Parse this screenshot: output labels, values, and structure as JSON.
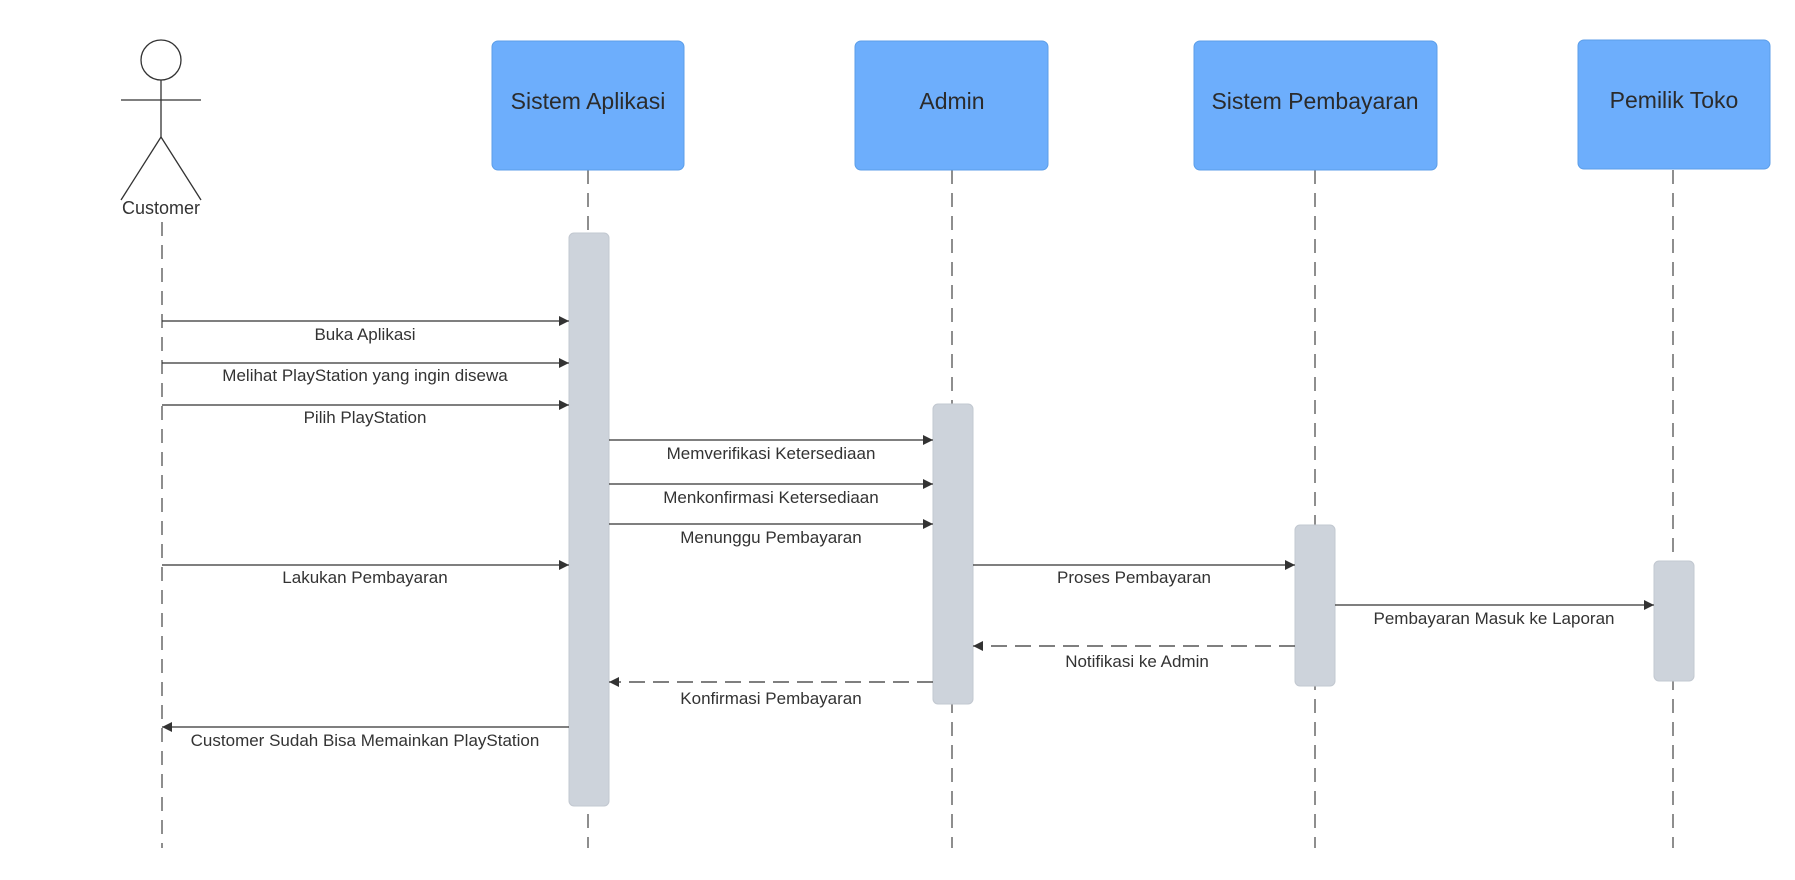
{
  "actor": {
    "label": "Customer"
  },
  "participants": [
    {
      "label": "Sistem Aplikasi"
    },
    {
      "label": "Admin"
    },
    {
      "label": "Sistem Pembayaran"
    },
    {
      "label": "Pemilik Toko"
    }
  ],
  "messages": [
    {
      "label": "Buka Aplikasi",
      "from": "customer",
      "to": "sistem-aplikasi",
      "style": "solid"
    },
    {
      "label": "Melihat PlayStation yang ingin disewa",
      "from": "customer",
      "to": "sistem-aplikasi",
      "style": "solid"
    },
    {
      "label": "Pilih PlayStation",
      "from": "customer",
      "to": "sistem-aplikasi",
      "style": "solid"
    },
    {
      "label": "Memverifikasi Ketersediaan",
      "from": "sistem-aplikasi",
      "to": "admin",
      "style": "solid"
    },
    {
      "label": "Menkonfirmasi Ketersediaan",
      "from": "sistem-aplikasi",
      "to": "admin",
      "style": "solid"
    },
    {
      "label": "Menunggu Pembayaran",
      "from": "sistem-aplikasi",
      "to": "admin",
      "style": "solid"
    },
    {
      "label": "Lakukan Pembayaran",
      "from": "customer",
      "to": "sistem-aplikasi",
      "style": "solid"
    },
    {
      "label": "Proses Pembayaran",
      "from": "admin",
      "to": "sistem-pembayaran",
      "style": "solid"
    },
    {
      "label": "Pembayaran Masuk ke Laporan",
      "from": "sistem-pembayaran",
      "to": "pemilik-toko",
      "style": "solid"
    },
    {
      "label": "Notifikasi ke Admin",
      "from": "sistem-pembayaran",
      "to": "admin",
      "style": "dashed"
    },
    {
      "label": "Konfirmasi Pembayaran",
      "from": "admin",
      "to": "sistem-aplikasi",
      "style": "dashed"
    },
    {
      "label": "Customer Sudah Bisa Memainkan PlayStation",
      "from": "sistem-aplikasi",
      "to": "customer",
      "style": "solid"
    }
  ]
}
